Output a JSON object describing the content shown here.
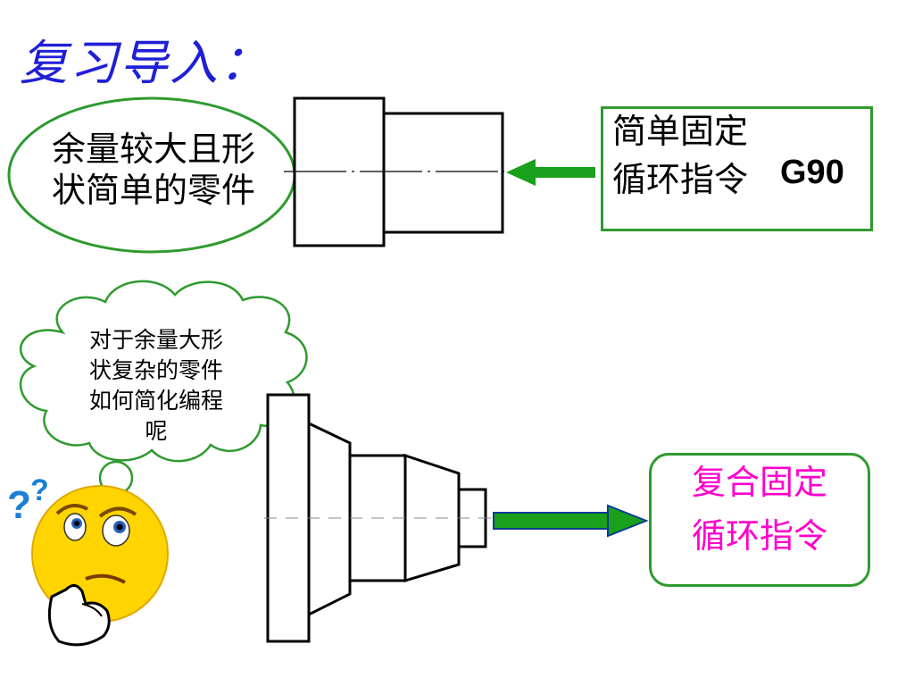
{
  "title": "复习导入：",
  "oval": {
    "lines": [
      "余量较大且形",
      "状简单的零件"
    ]
  },
  "g90_box": {
    "lines": [
      "简单固定",
      "循环指令"
    ],
    "code": "G90"
  },
  "thought": {
    "lines": [
      "对于余量大形",
      "状复杂的零件",
      "如何简化编程",
      "呢"
    ]
  },
  "compound_box": {
    "lines": [
      "复合固定",
      "循环指令"
    ]
  },
  "icons": [
    "thinking-face-icon",
    "question-marks-icon",
    "arrow-left-icon",
    "arrow-right-icon"
  ],
  "colors": {
    "title": "#1f1fd6",
    "green": "#2e9a2e",
    "arrow": "#1aa01a",
    "magenta": "#ff00cc",
    "face": "#ffd400"
  }
}
